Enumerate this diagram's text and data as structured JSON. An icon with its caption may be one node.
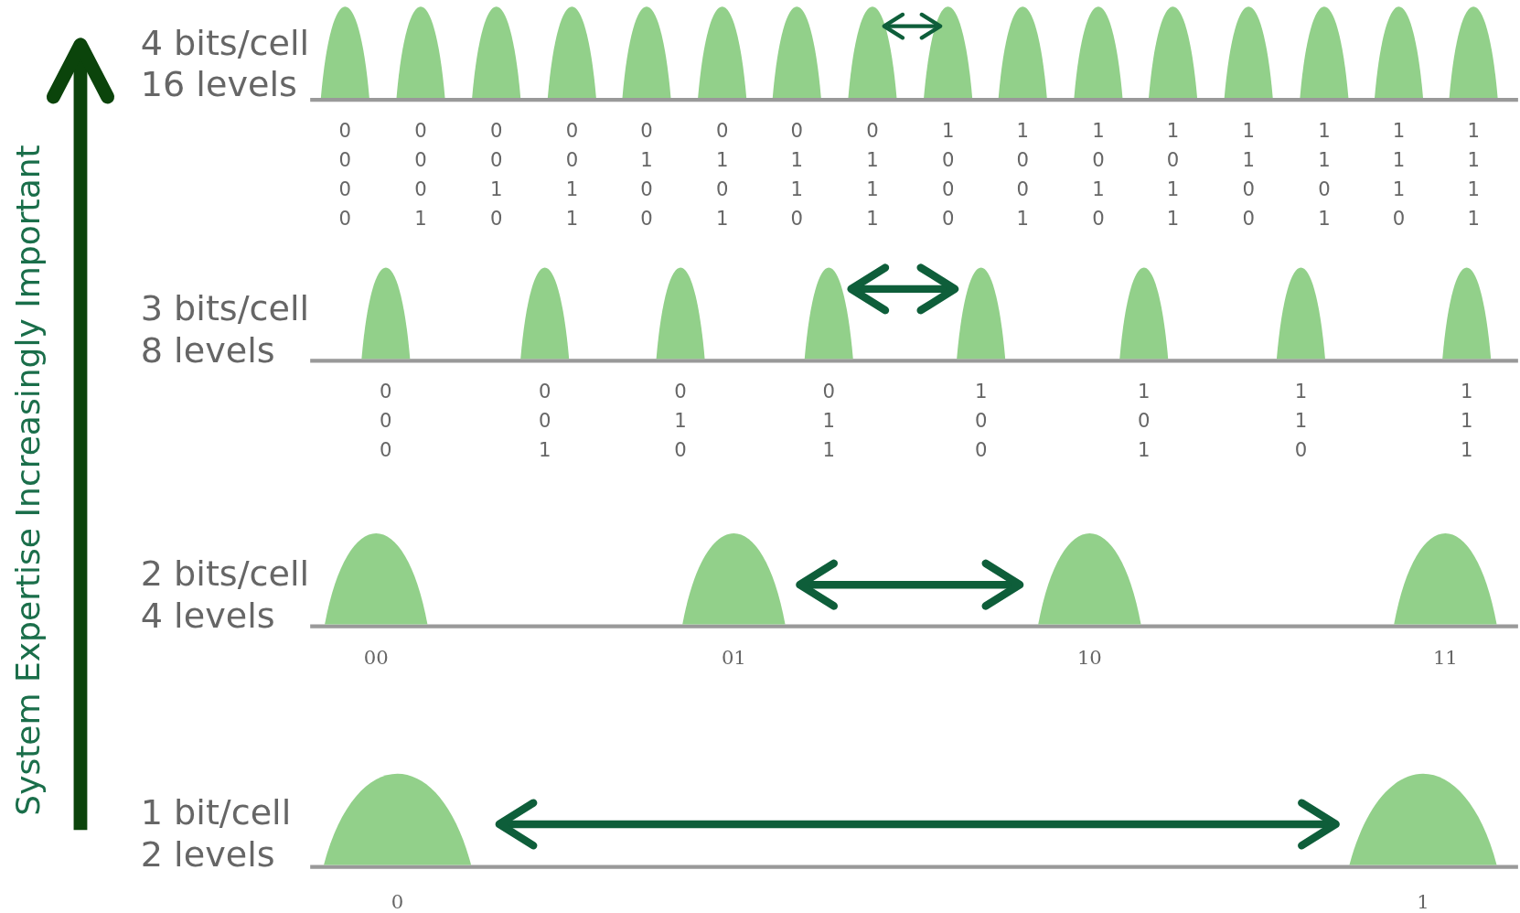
{
  "diagram": {
    "labels": [
      "System Expertise Increasingly Important",
      "4 bits/cell",
      "16 levels",
      "0 0 0 0",
      "0 0 0 1",
      "0 0 1 0",
      "0 0 1 1",
      "0 1 0 0",
      "0 1 0 1",
      "0 1 1 0",
      "0 1 1 1",
      "1 0 0 0",
      "1 0 0 1",
      "1 0 1 0",
      "1 0 1 1",
      "1 1 0 0",
      "1 1 0 1",
      "1 1 1 0",
      "1 1 1 1",
      "3 bits/cell",
      "8 levels",
      "0 0 0",
      "0 0 1",
      "0 1 0",
      "0 1 1",
      "1 0 0",
      "1 0 1",
      "1 1 0",
      "1 1 1",
      "2 bits/cell",
      "4 levels",
      "00",
      "01",
      "10",
      "11",
      "1 bit/cell",
      "2 levels",
      "0",
      "1"
    ]
  }
}
